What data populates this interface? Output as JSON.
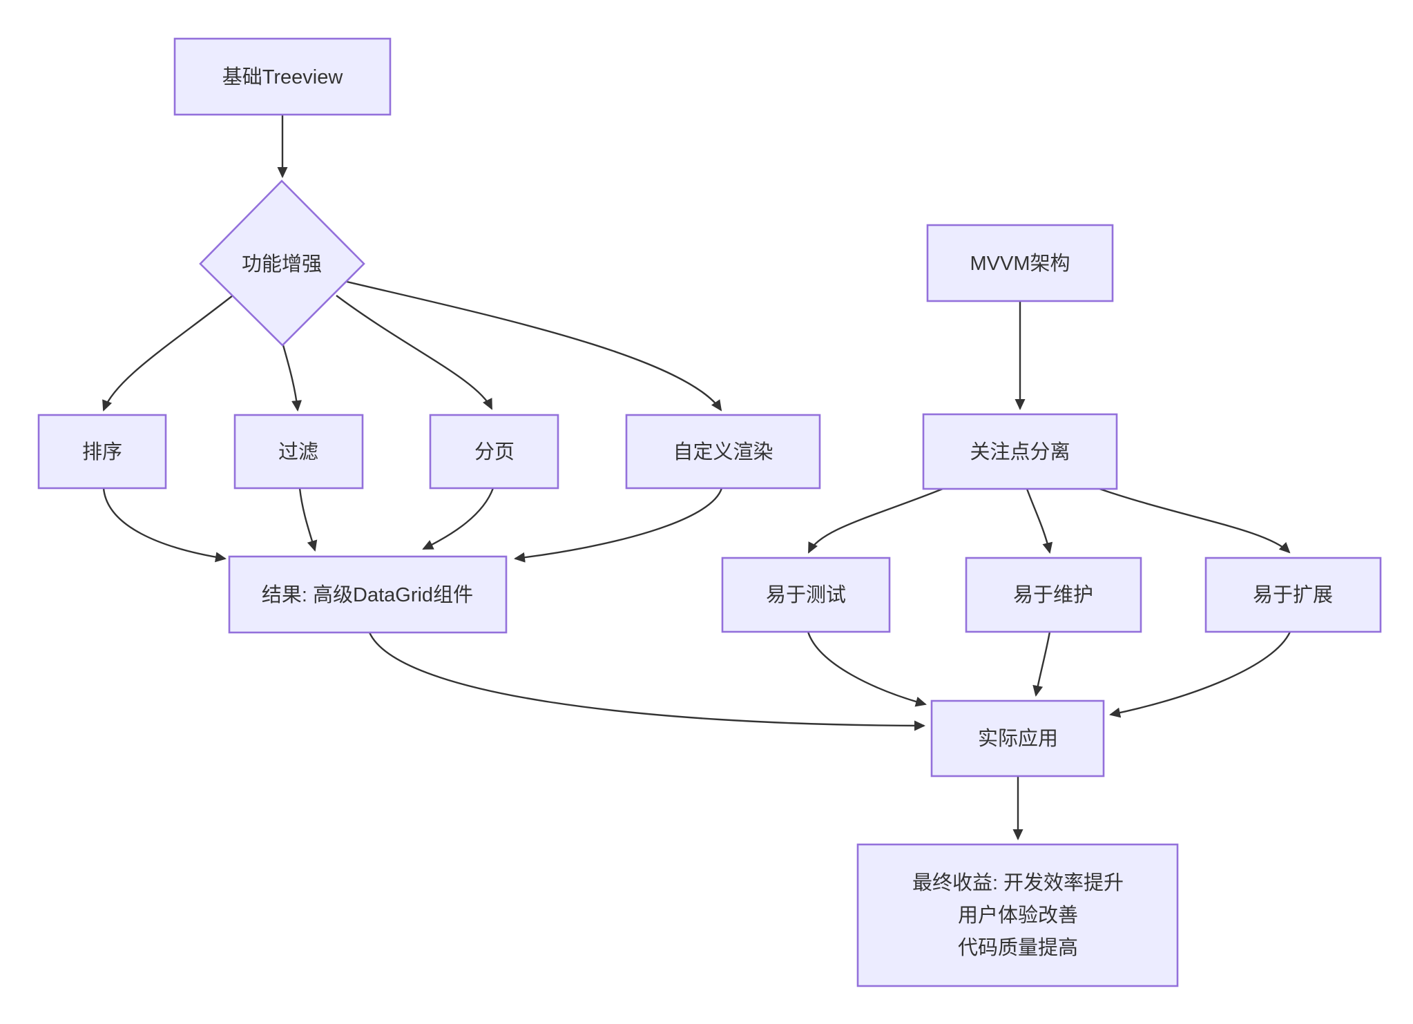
{
  "theme": {
    "background": "#ffffff",
    "node_fill": "#ECECFF",
    "node_stroke": "#9370DB",
    "text_color": "#333333",
    "edge_color": "#333333"
  },
  "nodes": {
    "base_treeview": {
      "label": "基础Treeview",
      "shape": "rect"
    },
    "feature_enhance": {
      "label": "功能增强",
      "shape": "diamond"
    },
    "sort": {
      "label": "排序",
      "shape": "rect"
    },
    "filter": {
      "label": "过滤",
      "shape": "rect"
    },
    "pagination": {
      "label": "分页",
      "shape": "rect"
    },
    "custom_render": {
      "label": "自定义渲染",
      "shape": "rect"
    },
    "result": {
      "label": "结果: 高级DataGrid组件",
      "shape": "rect"
    },
    "mvvm": {
      "label": "MVVM架构",
      "shape": "rect"
    },
    "separation": {
      "label": "关注点分离",
      "shape": "rect"
    },
    "testable": {
      "label": "易于测试",
      "shape": "rect"
    },
    "maintainable": {
      "label": "易于维护",
      "shape": "rect"
    },
    "extensible": {
      "label": "易于扩展",
      "shape": "rect"
    },
    "application": {
      "label": "实际应用",
      "shape": "rect"
    },
    "final_benefit": {
      "lines": [
        "最终收益: 开发效率提升",
        "用户体验改善",
        "代码质量提高"
      ],
      "shape": "rect"
    }
  },
  "edges": [
    {
      "from": "base_treeview",
      "to": "feature_enhance"
    },
    {
      "from": "feature_enhance",
      "to": "sort"
    },
    {
      "from": "feature_enhance",
      "to": "filter"
    },
    {
      "from": "feature_enhance",
      "to": "pagination"
    },
    {
      "from": "feature_enhance",
      "to": "custom_render"
    },
    {
      "from": "sort",
      "to": "result"
    },
    {
      "from": "filter",
      "to": "result"
    },
    {
      "from": "pagination",
      "to": "result"
    },
    {
      "from": "custom_render",
      "to": "result"
    },
    {
      "from": "mvvm",
      "to": "separation"
    },
    {
      "from": "separation",
      "to": "testable"
    },
    {
      "from": "separation",
      "to": "maintainable"
    },
    {
      "from": "separation",
      "to": "extensible"
    },
    {
      "from": "result",
      "to": "application"
    },
    {
      "from": "testable",
      "to": "application"
    },
    {
      "from": "maintainable",
      "to": "application"
    },
    {
      "from": "extensible",
      "to": "application"
    },
    {
      "from": "application",
      "to": "final_benefit"
    }
  ]
}
